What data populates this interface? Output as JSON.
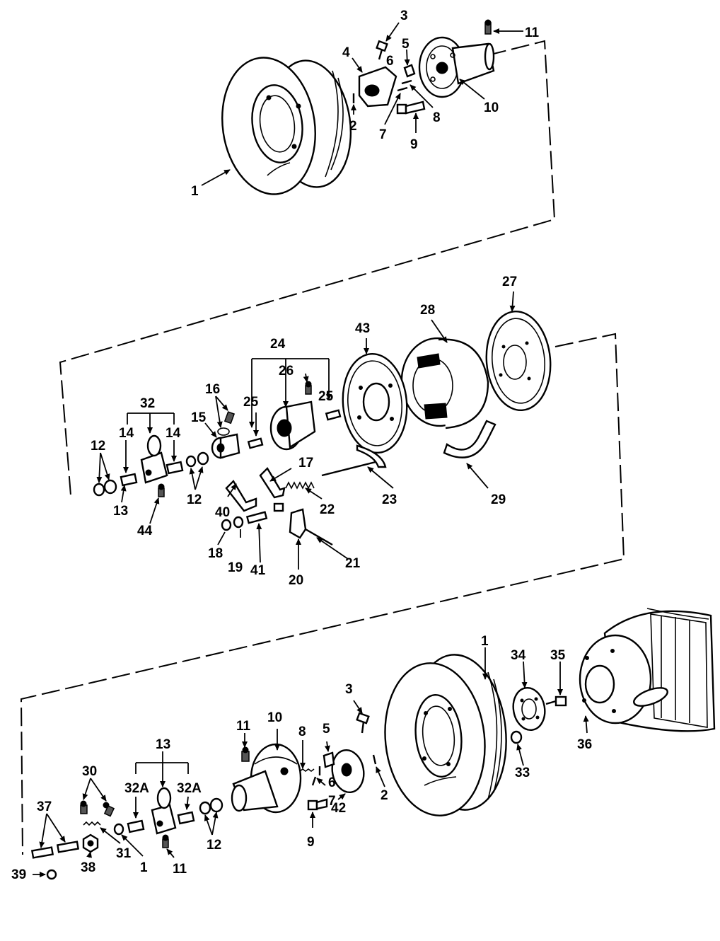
{
  "labels": {
    "p1": "1",
    "p2": "2",
    "p3": "3",
    "p4": "4",
    "p5": "5",
    "p6": "6",
    "p7": "7",
    "p8": "8",
    "p9": "9",
    "p10": "10",
    "p11": "11",
    "p12": "12",
    "p13": "13",
    "p14": "14",
    "p15": "15",
    "p16": "16",
    "p17": "17",
    "p18": "18",
    "p19": "19",
    "p20": "20",
    "p21": "21",
    "p22": "22",
    "p23": "23",
    "p24": "24",
    "p25": "25",
    "p26": "26",
    "p27": "27",
    "p28": "28",
    "p29": "29",
    "p30": "30",
    "p31": "31",
    "p32": "32",
    "p32a": "32A",
    "p33": "33",
    "p34": "34",
    "p35": "35",
    "p36": "36",
    "p37": "37",
    "p38": "38",
    "p39": "39",
    "p40": "40",
    "p41": "41",
    "p42": "42",
    "p43": "43",
    "p44": "44"
  },
  "colors": {
    "line": "#000000",
    "background": "#ffffff"
  },
  "icons": {
    "arrowhead": "arrow-icon"
  }
}
